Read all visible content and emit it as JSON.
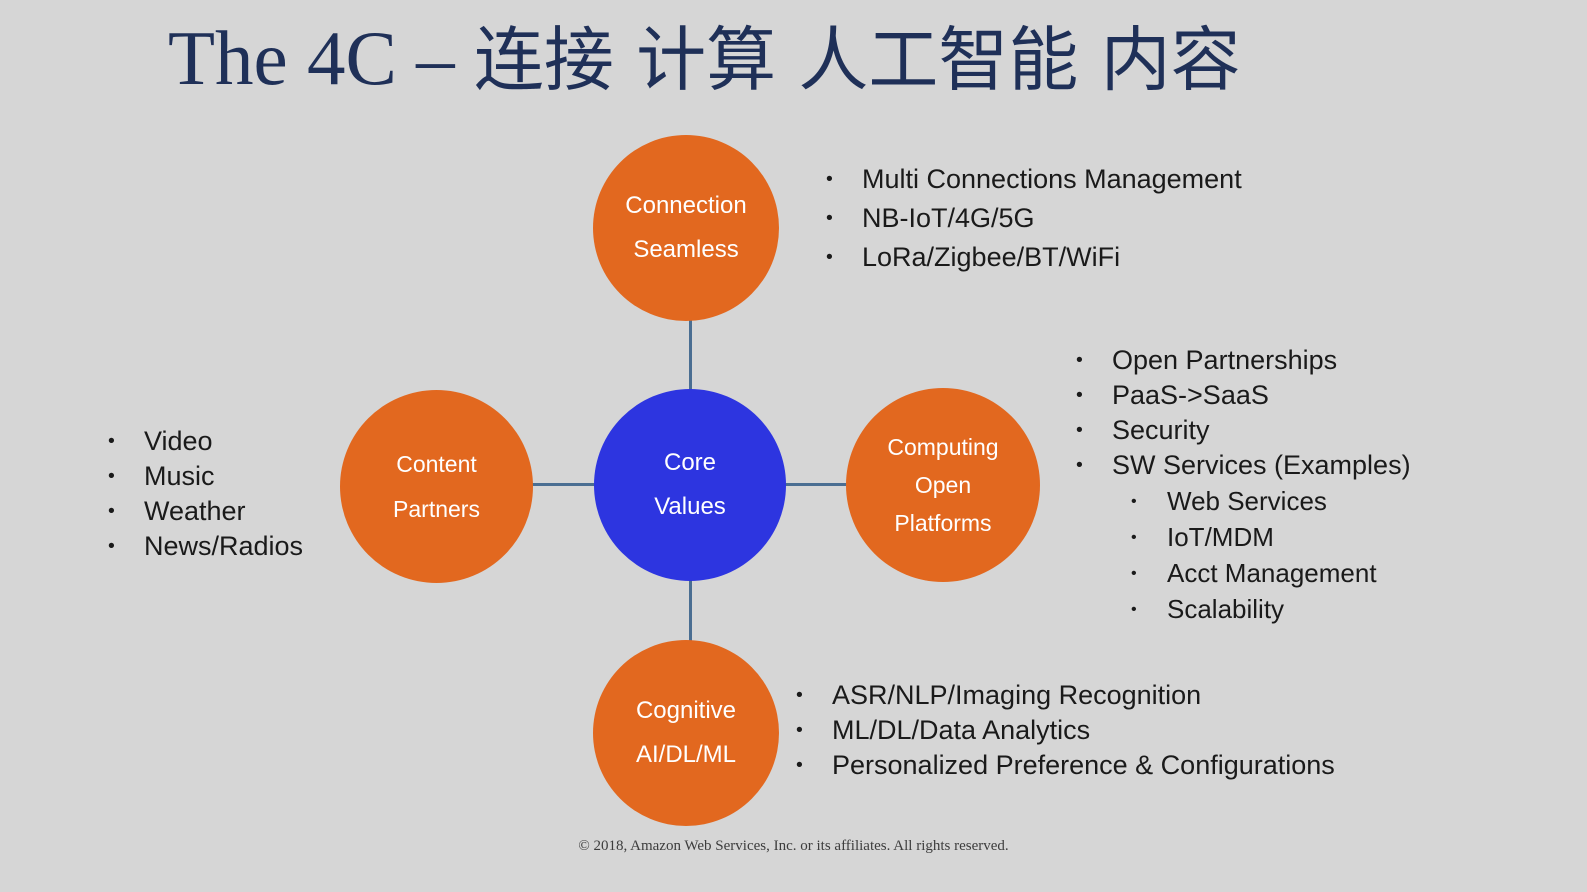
{
  "slide": {
    "background_color": "#d6d6d6",
    "title": "The 4C – 连接 计算 人工智能 内容",
    "title_latin": "The 4C – ",
    "title_cjk": "连接 计算 人工智能 内容",
    "title_color": "#1f3058",
    "footer": "© 2018, Amazon Web Services, Inc. or its affiliates. All rights reserved."
  },
  "colors": {
    "orange": "#e2681f",
    "blue": "#2d35e0",
    "connector": "#4a6e92",
    "bullet_text": "#1a1a1a"
  },
  "nodes": {
    "center": {
      "label_line1": "Core",
      "label_line2": "Values",
      "color": "#2d35e0"
    },
    "connection": {
      "label_line1": "Connection",
      "label_line2": "Seamless",
      "color": "#e2681f"
    },
    "computing": {
      "label_line1": "Computing",
      "label_line2": "Open",
      "label_line3": "Platforms",
      "color": "#e2681f"
    },
    "content": {
      "label_line1": "Content",
      "label_line2": "Partners",
      "color": "#e2681f"
    },
    "cognitive": {
      "label_line1": "Cognitive",
      "label_line2": "AI/DL/ML",
      "color": "#e2681f"
    }
  },
  "bullets": {
    "connection": [
      "Multi Connections Management",
      "NB-IoT/4G/5G",
      "LoRa/Zigbee/BT/WiFi"
    ],
    "content": [
      "Video",
      "Music",
      "Weather",
      "News/Radios"
    ],
    "computing": [
      "Open Partnerships",
      "PaaS->SaaS",
      "Security",
      "SW Services (Examples)"
    ],
    "computing_sub": [
      "Web Services",
      "IoT/MDM",
      "Acct Management",
      "Scalability"
    ],
    "cognitive": [
      "ASR/NLP/Imaging Recognition",
      "ML/DL/Data Analytics",
      "Personalized Preference & Configurations"
    ]
  }
}
